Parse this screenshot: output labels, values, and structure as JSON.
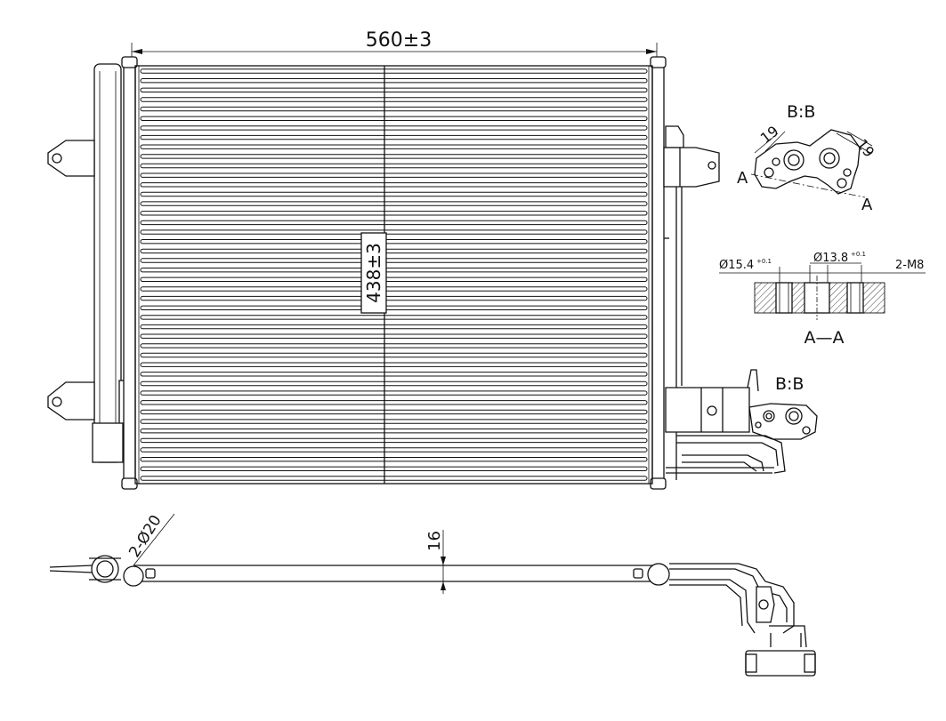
{
  "dimensions": {
    "width": "560±3",
    "height": "438±3",
    "thickness": "16",
    "pipe_dia": "2-Ø20",
    "bore_large": "Ø15.4",
    "bore_large_tol": "+0.1",
    "bore_small": "Ø13.8",
    "bore_small_tol": "+0.1",
    "thread": "2-M8",
    "flange_left": "19",
    "flange_right": "19"
  },
  "labels": {
    "view_b_top": "B:B",
    "view_b_side": "B:B",
    "section": "A—A",
    "section_mark_left": "A",
    "section_mark_right": "A"
  },
  "core": {
    "tube_count": 44
  }
}
